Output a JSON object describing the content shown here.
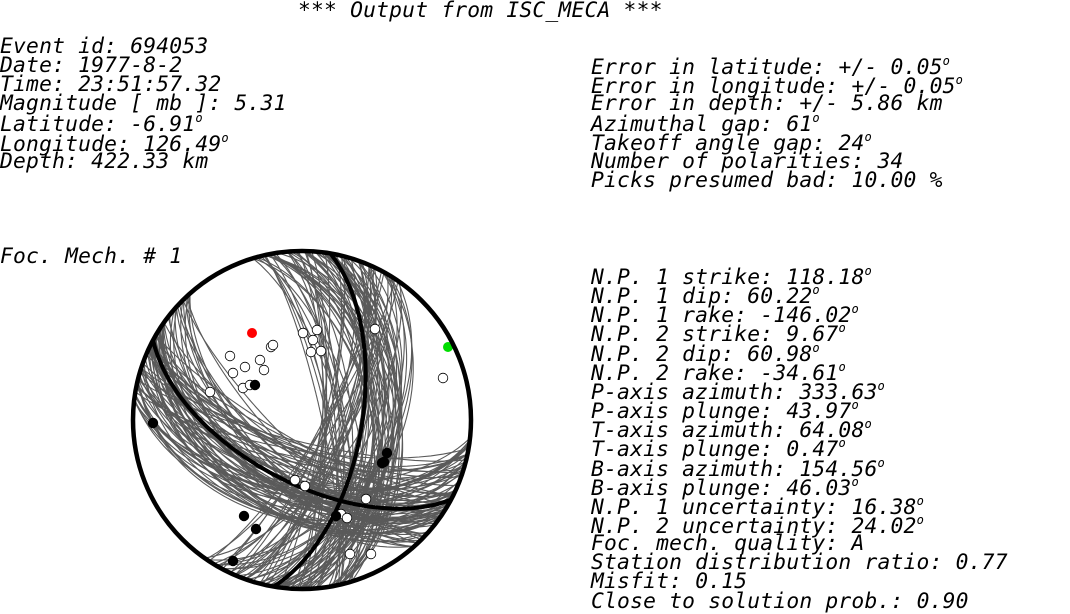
{
  "header": "*** Output from ISC_MECA ***",
  "event": [
    {
      "label": "Event id:",
      "value": "694053"
    },
    {
      "label": "Date:",
      "value": "1977-8-2"
    },
    {
      "label": "Time:",
      "value": "23:51:57.32"
    },
    {
      "label": "Magnitude [ mb ]:",
      "value": "5.31"
    },
    {
      "label": "Latitude:",
      "value": "-6.91",
      "unit": "o"
    },
    {
      "label": "Longitude:",
      "value": "126.49",
      "unit": "o"
    },
    {
      "label": "Depth:",
      "value": "422.33 km"
    }
  ],
  "errors": [
    {
      "label": "Error in latitude:",
      "value": "+/- 0.05",
      "unit": "o"
    },
    {
      "label": "Error in longitude:",
      "value": "+/- 0.05",
      "unit": "o"
    },
    {
      "label": "Error in depth:",
      "value": "+/- 5.86 km"
    },
    {
      "label": "Azimuthal gap:",
      "value": "61",
      "unit": "o"
    },
    {
      "label": "Takeoff angle gap:",
      "value": "24",
      "unit": "o"
    },
    {
      "label": "Number of polarities:",
      "value": "34"
    },
    {
      "label": "Picks presumed bad:",
      "value": "10.00 %"
    }
  ],
  "mechanism_title": "Foc. Mech. # 1",
  "mechanism": [
    {
      "label": "N.P. 1 strike:",
      "value": "118.18",
      "unit": "o"
    },
    {
      "label": "N.P. 1 dip:",
      "value": "60.22",
      "unit": "o"
    },
    {
      "label": "N.P. 1 rake:",
      "value": "-146.02",
      "unit": "o"
    },
    {
      "label": "N.P. 2 strike:",
      "value": "9.67",
      "unit": "o"
    },
    {
      "label": "N.P. 2 dip:",
      "value": "60.98",
      "unit": "o"
    },
    {
      "label": "N.P. 2 rake:",
      "value": "-34.61",
      "unit": "o"
    },
    {
      "label": "P-axis azimuth:",
      "value": "333.63",
      "unit": "o"
    },
    {
      "label": "P-axis plunge:",
      "value": "43.97",
      "unit": "o"
    },
    {
      "label": "T-axis azimuth:",
      "value": "64.08",
      "unit": "o"
    },
    {
      "label": "T-axis plunge:",
      "value": "0.47",
      "unit": "o"
    },
    {
      "label": "B-axis azimuth:",
      "value": "154.56",
      "unit": "o"
    },
    {
      "label": "B-axis plunge:",
      "value": "46.03",
      "unit": "o"
    },
    {
      "label": "N.P. 1 uncertainty:",
      "value": "16.38",
      "unit": "o"
    },
    {
      "label": "N.P. 2 uncertainty:",
      "value": "24.02",
      "unit": "o"
    },
    {
      "label": "Foc. mech. quality:",
      "value": "A"
    },
    {
      "label": "Station distribution ratio:",
      "value": "0.77"
    },
    {
      "label": "Misfit:",
      "value": "0.15"
    },
    {
      "label": "Close to solution prob.:",
      "value": "0.90"
    }
  ],
  "colors": {
    "outline": "#000000",
    "solution_curves": "#5a5a5a",
    "p_axis_marker": "#ff0000",
    "t_axis_marker": "#00dd00",
    "compression_pick": "#000000",
    "dilatation_pick": "#ffffff"
  }
}
